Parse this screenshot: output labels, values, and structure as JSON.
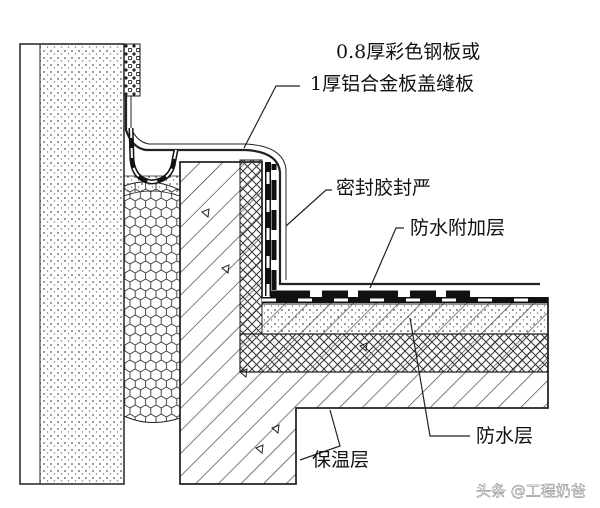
{
  "labels": {
    "steel_plate_line1": "0.8厚彩色钢板或",
    "steel_plate_line2": "1厚铝合金板盖缝板",
    "sealant": "密封胶封严",
    "additional_waterproof": "防水附加层",
    "insulation": "保温层",
    "waterproof": "防水层"
  },
  "watermark": "头条 @工程奶爸"
}
